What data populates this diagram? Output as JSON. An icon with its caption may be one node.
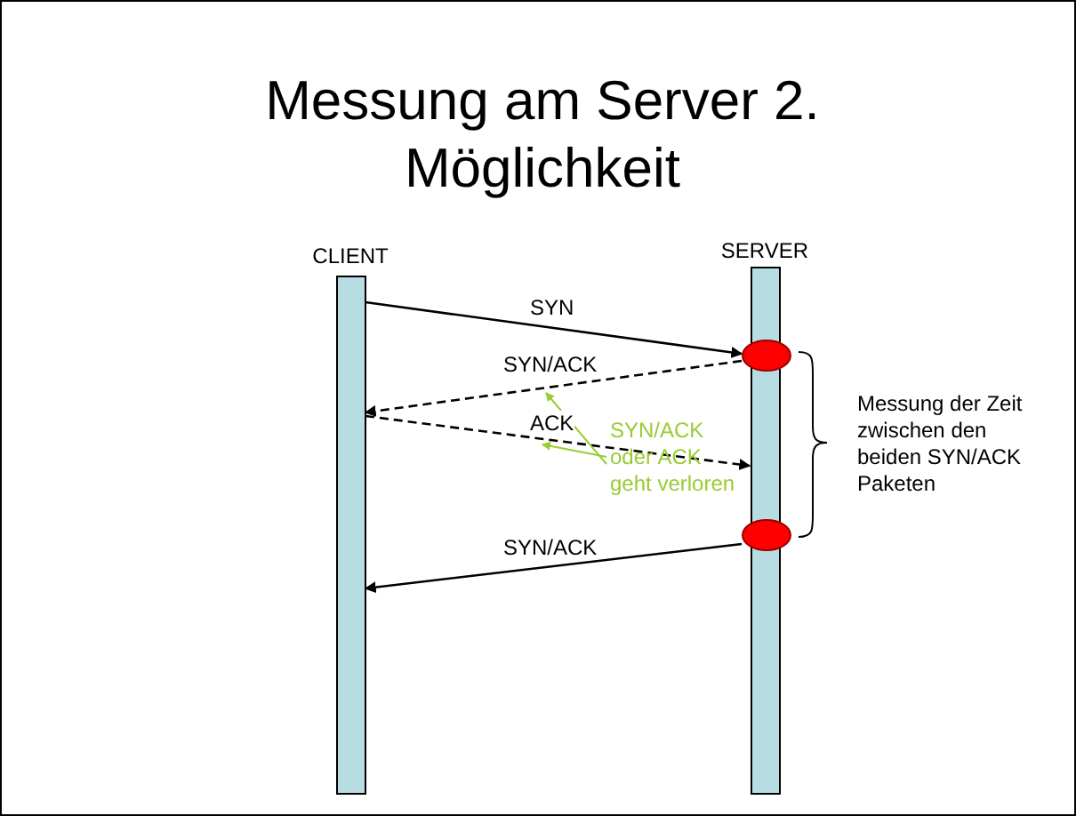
{
  "diagram": {
    "title": "Messung am Server 2. Möglichkeit",
    "nodes": [
      {
        "text": [
          "CLIENT"
        ]
      },
      {
        "text": [
          "SERVER"
        ]
      },
      {
        "text": [],
        "shape": "circle"
      },
      {
        "text": [],
        "shape": "circle"
      },
      {
        "text": [
          "SYN/ACK oder ACK geht verloren"
        ]
      }
    ],
    "edges": [
      {
        "from": 0,
        "to": 2,
        "arrow": "to",
        "label": "SYN"
      },
      {
        "from": 2,
        "to": 0,
        "arrow": "to",
        "label": "SYN/ACK",
        "style": "dashed"
      },
      {
        "from": 0,
        "to": 1,
        "arrow": "to",
        "label": "ACK",
        "style": "dashed"
      },
      {
        "from": 3,
        "to": 0,
        "arrow": "to",
        "label": "SYN/ACK"
      },
      {
        "from": 4,
        "to": null,
        "arrow": "to",
        "color": "#99cc33"
      },
      {
        "from": 4,
        "to": null,
        "arrow": "to",
        "color": "#99cc33"
      }
    ],
    "labels": [
      "Messung der Zeit zwischen den beiden SYN/ACK Paketen"
    ]
  }
}
